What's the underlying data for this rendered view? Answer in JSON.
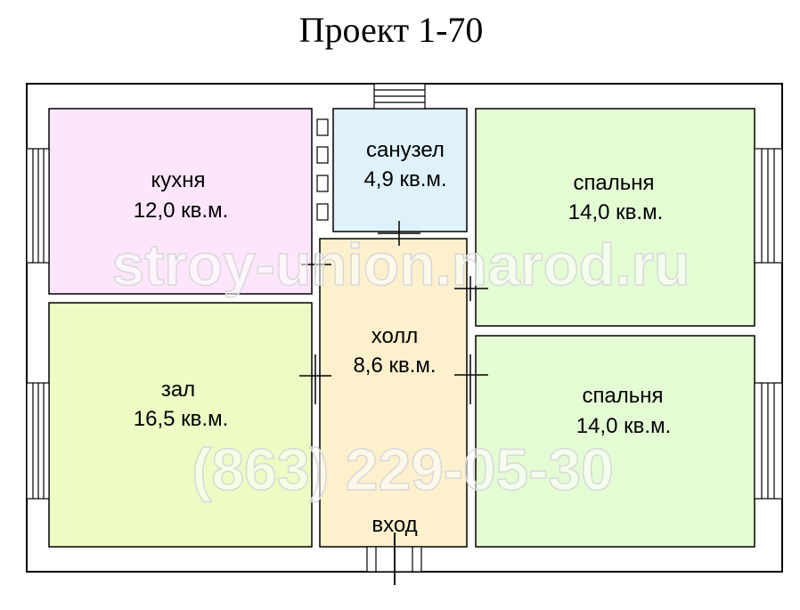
{
  "title": "Проект 1-70",
  "rooms": {
    "kitchen": {
      "name": "кухня",
      "area": "12,0 кв.м.",
      "color": "#fde6fc"
    },
    "bathroom": {
      "name": "санузел",
      "area": "4,9 кв.м.",
      "color": "#dff2fc"
    },
    "bedroom1": {
      "name": "спальня",
      "area": "14,0 кв.м.",
      "color": "#e4fcd4"
    },
    "living": {
      "name": "зал",
      "area": "16,5 кв.м.",
      "color": "#ecfcc4"
    },
    "hall": {
      "name": "холл",
      "area": "8,6 кв.м.",
      "color": "#fdf0cc"
    },
    "bedroom2": {
      "name": "спальня",
      "area": "14,0 кв.м.",
      "color": "#e4fcd4"
    }
  },
  "entrance": "вход",
  "watermarks": {
    "site": "stroy-union.narod.ru",
    "phone": "(863) 229-05-30"
  }
}
